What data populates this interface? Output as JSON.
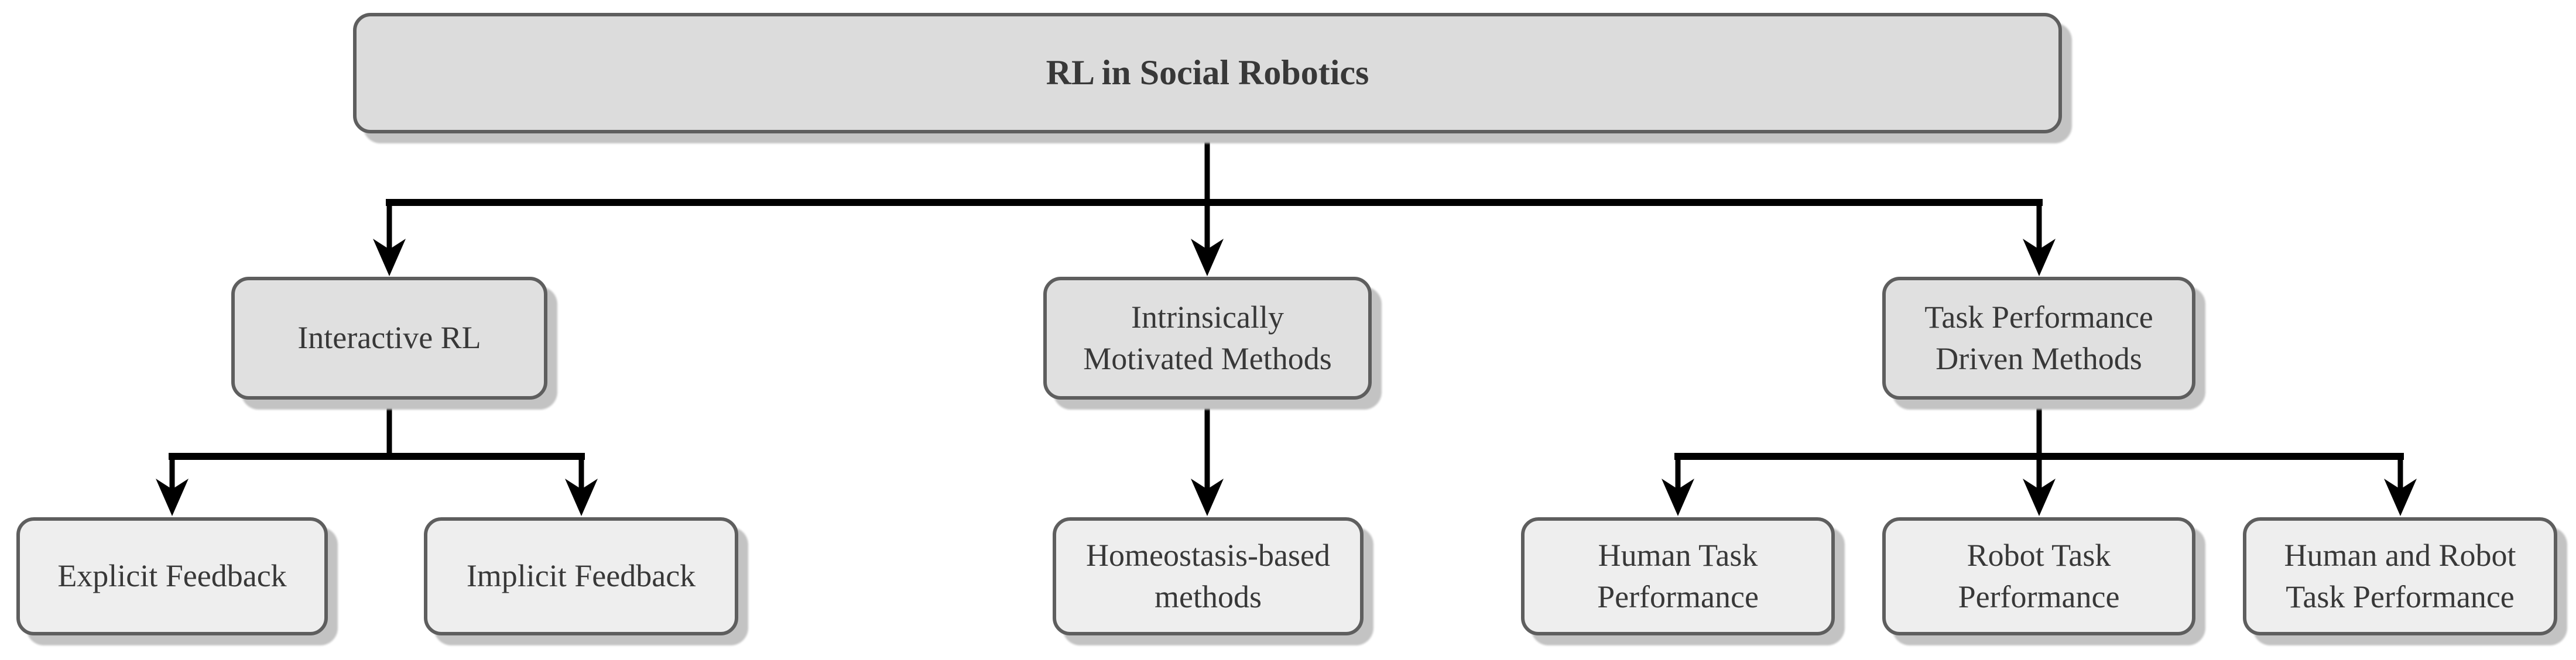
{
  "diagram": {
    "type": "tree",
    "title": "RL in Social Robotics",
    "colors": {
      "background": "#ffffff",
      "node_fill_upper": "#dcdcdc",
      "node_fill_mid": "#e0e0e0",
      "node_fill_leaf": "#eeeeee",
      "node_border": "#5e5e5e",
      "node_shadow": "#c3c3c3",
      "text": "#383838",
      "connector": "#000000"
    },
    "nodes": {
      "root": {
        "label": "RL in Social Robotics",
        "level": 1
      },
      "interactive_rl": {
        "label": "Interactive RL",
        "level": 2
      },
      "intrinsically_motivated": {
        "label": "Intrinsically\nMotivated Methods",
        "level": 2
      },
      "task_performance_driven": {
        "label": "Task Performance\nDriven Methods",
        "level": 2
      },
      "explicit_feedback": {
        "label": "Explicit Feedback",
        "level": 3
      },
      "implicit_feedback": {
        "label": "Implicit Feedback",
        "level": 3
      },
      "homeostasis_based": {
        "label": "Homeostasis-based\nmethods",
        "level": 3
      },
      "human_task_performance": {
        "label": "Human Task\nPerformance",
        "level": 3
      },
      "robot_task_performance": {
        "label": "Robot Task\nPerformance",
        "level": 3
      },
      "human_robot_task_performance": {
        "label": "Human and Robot\nTask Performance",
        "level": 3
      }
    },
    "edges": [
      {
        "from": "root",
        "to": "interactive_rl"
      },
      {
        "from": "root",
        "to": "intrinsically_motivated"
      },
      {
        "from": "root",
        "to": "task_performance_driven"
      },
      {
        "from": "interactive_rl",
        "to": "explicit_feedback"
      },
      {
        "from": "interactive_rl",
        "to": "implicit_feedback"
      },
      {
        "from": "intrinsically_motivated",
        "to": "homeostasis_based"
      },
      {
        "from": "task_performance_driven",
        "to": "human_task_performance"
      },
      {
        "from": "task_performance_driven",
        "to": "robot_task_performance"
      },
      {
        "from": "task_performance_driven",
        "to": "human_robot_task_performance"
      }
    ]
  }
}
